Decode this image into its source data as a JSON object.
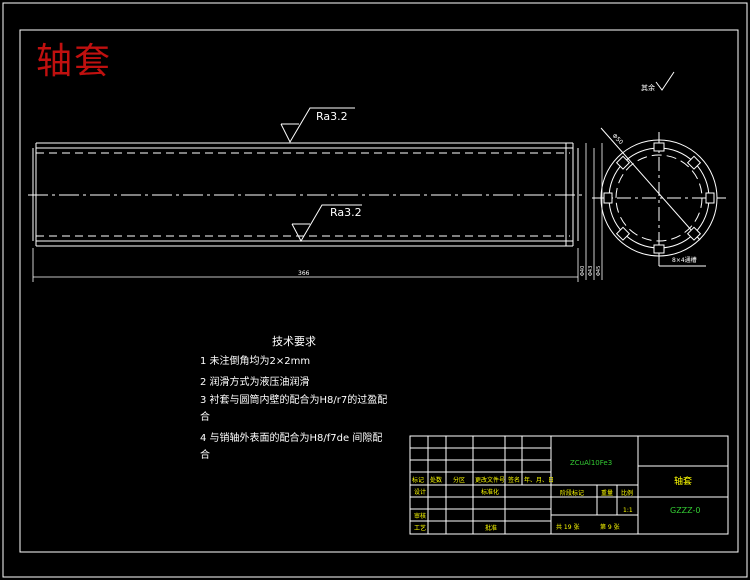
{
  "drawing": {
    "title": "轴套",
    "surface_mark": "其余",
    "roughness_top": "Ra3.2",
    "roughness_mid": "Ra3.2",
    "length_dim": "366",
    "side_dims": [
      "Φ40",
      "Φ43",
      "Φ45"
    ],
    "chamfer_dim": "Φ50",
    "slot_note": "8×4通槽"
  },
  "tech_requirements": {
    "title": "技术要求",
    "items": [
      "1  未注倒角均为2×2mm",
      "2  润滑方式为液压油润滑",
      "3  衬套与圆筒内壁的配合为H8/r7的过盈配",
      "合",
      "4  与销轴外表面的配合为H8/f7de 间隙配",
      "合"
    ]
  },
  "title_block": {
    "material": "ZCuAl10Fe3",
    "part_name": "轴套",
    "drawing_no": "GZZZ-0",
    "row_labels": [
      "标记",
      "处数",
      "分区",
      "更改文件号",
      "签名",
      "年、月、日"
    ],
    "design": "设计",
    "standard": "标准化",
    "review": "审核",
    "process": "工艺",
    "approve": "批准",
    "stage_mark": "阶段标记",
    "weight": "重量",
    "scale_label": "比例",
    "scale": "1:1",
    "sheets": "共 19 张",
    "sheet": "第 9 张"
  }
}
